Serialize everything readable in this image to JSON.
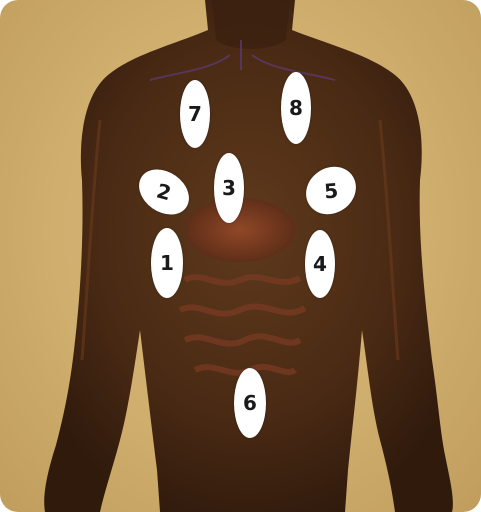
{
  "scene": {
    "background_color": "#cfae6e",
    "figure_skin_color": "#4a2a14",
    "organ_accent_color": "#8a3a22"
  },
  "hotspots": [
    {
      "label": "1"
    },
    {
      "label": "2"
    },
    {
      "label": "3"
    },
    {
      "label": "4"
    },
    {
      "label": "5"
    },
    {
      "label": "6"
    },
    {
      "label": "7"
    },
    {
      "label": "8"
    }
  ]
}
